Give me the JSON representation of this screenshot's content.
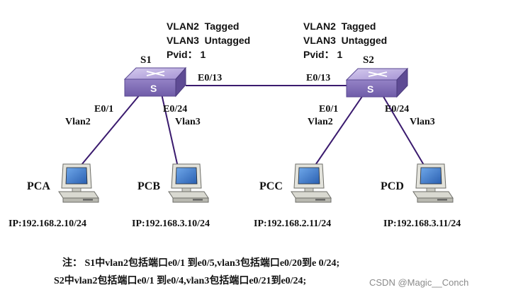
{
  "switches": {
    "s1": {
      "name": "S1",
      "face_letter": "S",
      "vlan_config": [
        "VLAN2  Tagged",
        "VLAN3  Untagged",
        "Pvid： 1"
      ]
    },
    "s2": {
      "name": "S2",
      "face_letter": "S",
      "vlan_config": [
        "VLAN2  Tagged",
        "VLAN3  Untagged",
        "Pvid： 1"
      ]
    }
  },
  "trunk_link": {
    "s1_port": "E0/13",
    "s2_port": "E0/13"
  },
  "access_links": {
    "pca": {
      "port": "E0/1",
      "vlan": "Vlan2"
    },
    "pcb": {
      "port": "E0/24",
      "vlan": "Vlan3"
    },
    "pcc": {
      "port": "E0/1",
      "vlan": "Vlan2"
    },
    "pcd": {
      "port": "E0/24",
      "vlan": "Vlan3"
    }
  },
  "hosts": {
    "pca": {
      "name": "PCA",
      "ip": "IP:192.168.2.10/24"
    },
    "pcb": {
      "name": "PCB",
      "ip": "IP:192.168.3.10/24"
    },
    "pcc": {
      "name": "PCC",
      "ip": "IP:192.168.2.11/24"
    },
    "pcd": {
      "name": "PCD",
      "ip": "IP:192.168.3.11/24"
    }
  },
  "notes": {
    "line1": "注： S1中vlan2包括端口e0/1 到e0/5,vlan3包括端口e0/20到e 0/24;",
    "line2": "S2中vlan2包括端口e0/1 到e0/4,vlan3包括端口e0/21到e0/24;"
  },
  "watermark": "CSDN @Magic__Conch",
  "colors": {
    "link": "#3a1a6e",
    "switch_top": "#b4a6d8",
    "switch_front": "#7f6bb3",
    "switch_side": "#5e4b94",
    "pc_body": "#dcdcd4",
    "pc_screen": "#3f7fd0"
  }
}
